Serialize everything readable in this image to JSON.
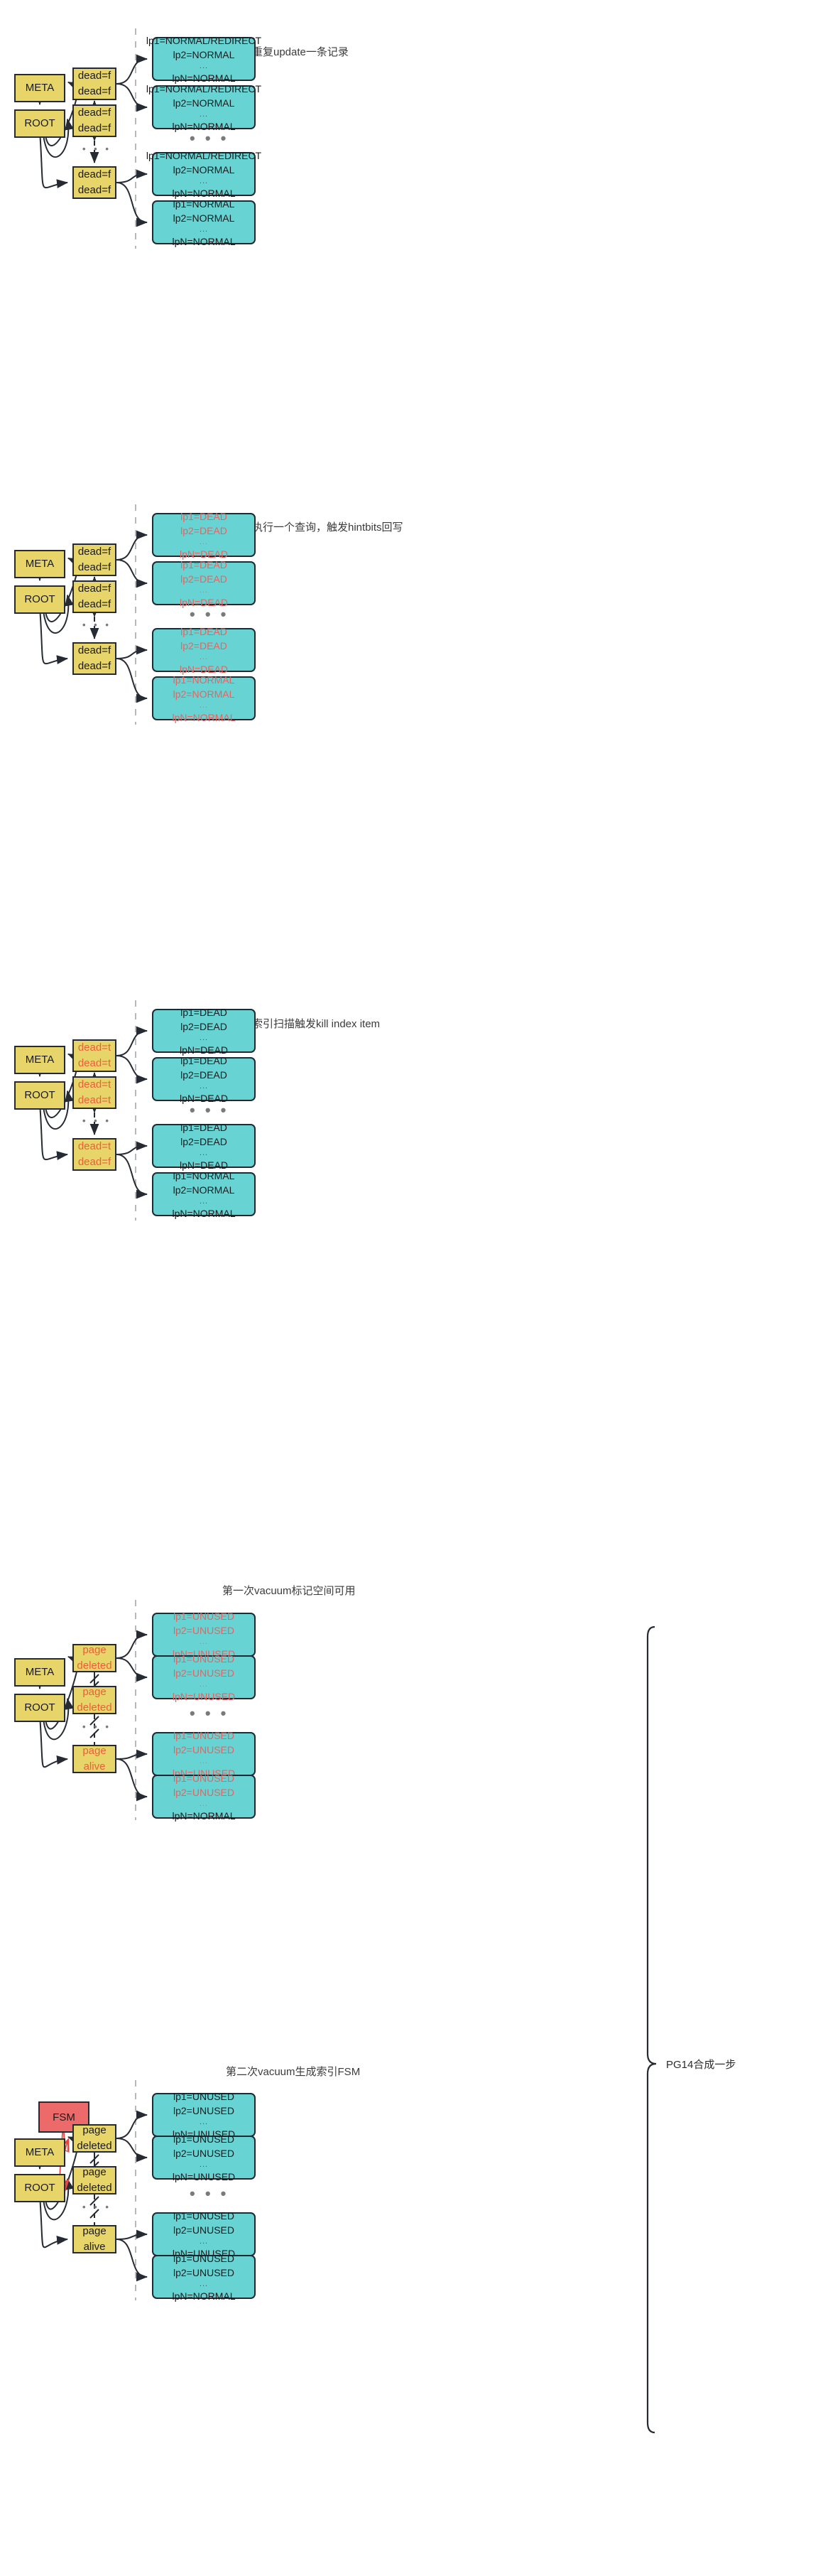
{
  "diagram": {
    "title_text_color": "#3b3b3b",
    "palette": {
      "yellow_node": "#e8d56a",
      "cyan_node": "#68d3d3",
      "red_node": "#ec6a6a",
      "stroke": "#262b33",
      "red_accent": "#e8603c",
      "red_text": "#e8635f",
      "divider": "#b8b8b8"
    },
    "annotation": {
      "brace_label": "PG14合成一步"
    },
    "ellipsis": "• • •",
    "sections": [
      {
        "id": "section-1",
        "title": "重复update一条记录",
        "left_nodes": [
          {
            "name": "meta",
            "label": "META"
          },
          {
            "name": "root",
            "label": "ROOT"
          }
        ],
        "leaf_nodes": [
          {
            "name": "leaf-1",
            "lines": [
              "dead=f",
              "dead=f"
            ],
            "red": false
          },
          {
            "name": "leaf-2",
            "lines": [
              "dead=f",
              "dead=f"
            ],
            "red": false
          },
          {
            "name": "leaf-3",
            "lines": [
              "dead=f",
              "dead=f"
            ],
            "red": false
          }
        ],
        "heap_pages": [
          {
            "name": "heap-1",
            "lines": [
              "lp1=NORMAL/REDIRECT",
              "lp2=NORMAL",
              "...",
              "lpN=NORMAL"
            ],
            "red": false,
            "last_black": false
          },
          {
            "name": "heap-2",
            "lines": [
              "lp1=NORMAL/REDIRECT",
              "lp2=NORMAL",
              "...",
              "lpN=NORMAL"
            ],
            "red": false,
            "last_black": false
          },
          {
            "name": "heap-3",
            "lines": [
              "lp1=NORMAL/REDIRECT",
              "lp2=NORMAL",
              "...",
              "lpN=NORMAL"
            ],
            "red": false,
            "last_black": false
          },
          {
            "name": "heap-4",
            "lines": [
              "lp1=NORMAL",
              "lp2=NORMAL",
              "...",
              "lpN=NORMAL"
            ],
            "red": false,
            "last_black": false
          }
        ]
      },
      {
        "id": "section-2",
        "title": "执行一个查询，触发hintbits回写",
        "left_nodes": [
          {
            "name": "meta",
            "label": "META"
          },
          {
            "name": "root",
            "label": "ROOT"
          }
        ],
        "leaf_nodes": [
          {
            "name": "leaf-1",
            "lines": [
              "dead=f",
              "dead=f"
            ],
            "red": false
          },
          {
            "name": "leaf-2",
            "lines": [
              "dead=f",
              "dead=f"
            ],
            "red": false
          },
          {
            "name": "leaf-3",
            "lines": [
              "dead=f",
              "dead=f"
            ],
            "red": false
          }
        ],
        "heap_pages": [
          {
            "name": "heap-1",
            "lines": [
              "lp1=DEAD",
              "lp2=DEAD",
              "...",
              "lpN=DEAD"
            ],
            "red": true,
            "last_black": false
          },
          {
            "name": "heap-2",
            "lines": [
              "lp1=DEAD",
              "lp2=DEAD",
              "...",
              "lpN=DEAD"
            ],
            "red": true,
            "last_black": false
          },
          {
            "name": "heap-3",
            "lines": [
              "lp1=DEAD",
              "lp2=DEAD",
              "...",
              "lpN=DEAD"
            ],
            "red": true,
            "last_black": false
          },
          {
            "name": "heap-4",
            "lines": [
              "lp1=NORMAL",
              "lp2=NORMAL",
              "...",
              "lpN=NORMAL"
            ],
            "red": true,
            "last_black": false
          }
        ]
      },
      {
        "id": "section-3",
        "title": "索引扫描触发kill index item",
        "left_nodes": [
          {
            "name": "meta",
            "label": "META"
          },
          {
            "name": "root",
            "label": "ROOT"
          }
        ],
        "leaf_nodes": [
          {
            "name": "leaf-1",
            "lines": [
              "dead=t",
              "dead=t"
            ],
            "red": true
          },
          {
            "name": "leaf-2",
            "lines": [
              "dead=t",
              "dead=t"
            ],
            "red": true
          },
          {
            "name": "leaf-3",
            "lines": [
              "dead=t",
              "dead=f"
            ],
            "red": true
          }
        ],
        "heap_pages": [
          {
            "name": "heap-1",
            "lines": [
              "lp1=DEAD",
              "lp2=DEAD",
              "...",
              "lpN=DEAD"
            ],
            "red": false,
            "last_black": false
          },
          {
            "name": "heap-2",
            "lines": [
              "lp1=DEAD",
              "lp2=DEAD",
              "...",
              "lpN=DEAD"
            ],
            "red": false,
            "last_black": false
          },
          {
            "name": "heap-3",
            "lines": [
              "lp1=DEAD",
              "lp2=DEAD",
              "...",
              "lpN=DEAD"
            ],
            "red": false,
            "last_black": false
          },
          {
            "name": "heap-4",
            "lines": [
              "lp1=NORMAL",
              "lp2=NORMAL",
              "...",
              "lpN=NORMAL"
            ],
            "red": false,
            "last_black": false
          }
        ]
      },
      {
        "id": "section-4",
        "title": "第一次vacuum标记空间可用",
        "left_nodes": [
          {
            "name": "meta",
            "label": "META"
          },
          {
            "name": "root",
            "label": "ROOT"
          }
        ],
        "leaf_nodes": [
          {
            "name": "leaf-1",
            "lines": [
              "page deleted"
            ],
            "red": true
          },
          {
            "name": "leaf-2",
            "lines": [
              "page deleted"
            ],
            "red": true
          },
          {
            "name": "leaf-3",
            "lines": [
              "page alive"
            ],
            "red": true
          }
        ],
        "heap_pages": [
          {
            "name": "heap-1",
            "lines": [
              "lp1=UNUSED",
              "lp2=UNUSED",
              "...",
              "lpN=UNUSED"
            ],
            "red": true,
            "last_black": false
          },
          {
            "name": "heap-2",
            "lines": [
              "lp1=UNUSED",
              "lp2=UNUSED",
              "...",
              "lpN=UNUSED"
            ],
            "red": true,
            "last_black": false
          },
          {
            "name": "heap-3",
            "lines": [
              "lp1=UNUSED",
              "lp2=UNUSED",
              "...",
              "lpN=UNUSED"
            ],
            "red": true,
            "last_black": false
          },
          {
            "name": "heap-4",
            "lines": [
              "lp1=UNUSED",
              "lp2=UNUSED",
              "...",
              "lpN=NORMAL"
            ],
            "red": true,
            "last_black": true
          }
        ]
      },
      {
        "id": "section-5",
        "title": "第二次vacuum生成索引FSM",
        "fsm_label": "FSM",
        "left_nodes": [
          {
            "name": "meta",
            "label": "META"
          },
          {
            "name": "root",
            "label": "ROOT"
          }
        ],
        "leaf_nodes": [
          {
            "name": "leaf-1",
            "lines": [
              "page deleted"
            ],
            "red": false
          },
          {
            "name": "leaf-2",
            "lines": [
              "page deleted"
            ],
            "red": false
          },
          {
            "name": "leaf-3",
            "lines": [
              "page alive"
            ],
            "red": false
          }
        ],
        "heap_pages": [
          {
            "name": "heap-1",
            "lines": [
              "lp1=UNUSED",
              "lp2=UNUSED",
              "...",
              "lpN=UNUSED"
            ],
            "red": false,
            "last_black": false
          },
          {
            "name": "heap-2",
            "lines": [
              "lp1=UNUSED",
              "lp2=UNUSED",
              "...",
              "lpN=UNUSED"
            ],
            "red": false,
            "last_black": false
          },
          {
            "name": "heap-3",
            "lines": [
              "lp1=UNUSED",
              "lp2=UNUSED",
              "...",
              "lpN=UNUSED"
            ],
            "red": false,
            "last_black": false
          },
          {
            "name": "heap-4",
            "lines": [
              "lp1=UNUSED",
              "lp2=UNUSED",
              "...",
              "lpN=NORMAL"
            ],
            "red": false,
            "last_black": false
          }
        ]
      }
    ]
  }
}
